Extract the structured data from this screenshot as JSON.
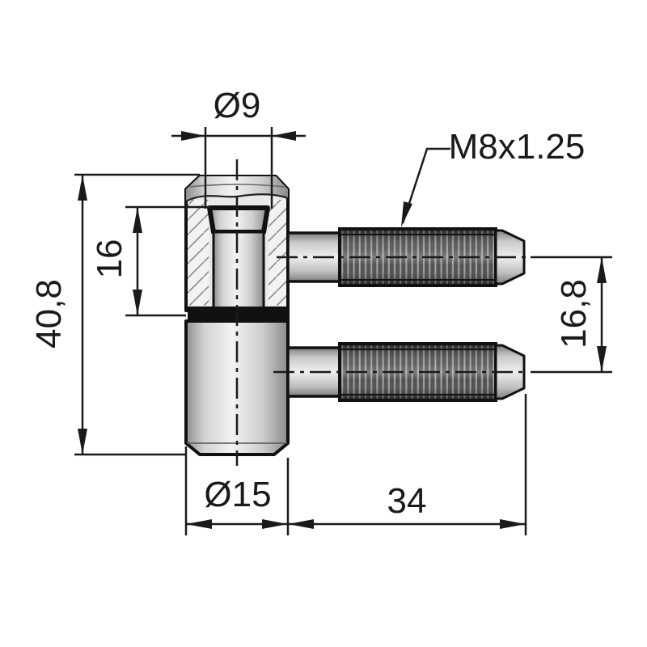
{
  "drawing": {
    "type": "technical-drawing",
    "view": "hinge cross-section with two threaded studs",
    "background": "#ffffff",
    "line_color": "#1a1a1a"
  },
  "labels": {
    "pin_diameter": "Ø9",
    "thread_spec": "M8x1.25",
    "pin_depth": "16",
    "overall_height": "40,8",
    "stud_spacing": "16,8",
    "body_diameter": "Ø15",
    "stud_length": "34"
  },
  "colors": {
    "metal_light": "#f3f3f3",
    "metal_mid": "#cfcfcf",
    "metal_dark": "#8a8a8a",
    "thread_dark": "#3c3c3c",
    "thread_light": "#9b9b9b",
    "hatch_line": "#8a8a8a",
    "outline": "#111111"
  }
}
